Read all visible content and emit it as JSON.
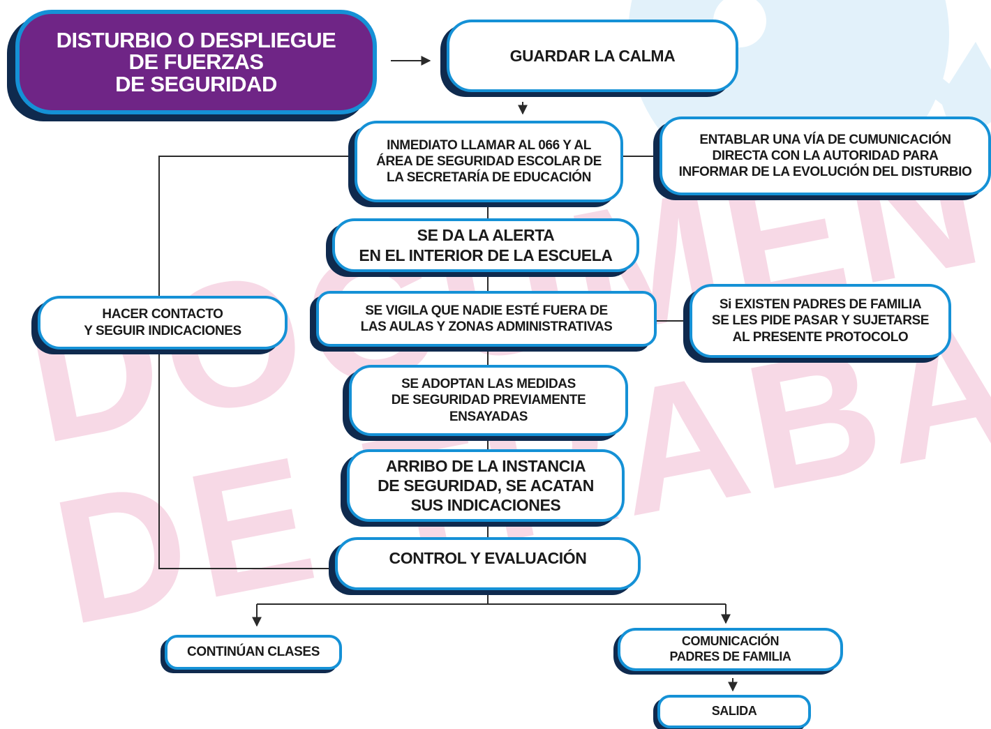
{
  "colors": {
    "accent_blue": "#1591d6",
    "title_fill": "#6f2586",
    "shadow_navy": "#0f2a4e",
    "watermark_pink": "#f7d9e6",
    "deco_light_blue": "#e2f1fa",
    "connector_dark": "#2a2a2a"
  },
  "watermark": {
    "line1": "DOCUMENTO",
    "line2": "DE TRABAJO"
  },
  "nodes": {
    "title": "DISTURBIO O DESPLIEGUE\nDE FUERZAS\nDE SEGURIDAD",
    "calma": "GUARDAR  LA CALMA",
    "llamar": "INMEDIATO LLAMAR  AL 066 Y AL\nÁREA DE SEGURIDAD ESCOLAR DE\nLA SECRETARÍA DE EDUCACIÓN",
    "entablar": "ENTABLAR UNA VÍA DE CUMUNICACIÓN\nDIRECTA CON LA AUTORIDAD PARA\nINFORMAR DE LA EVOLUCIÓN DEL DISTURBIO",
    "alerta": "SE DA LA ALERTA\nEN EL INTERIOR DE LA ESCUELA",
    "contacto": "HACER CONTACTO\nY SEGUIR INDICACIONES",
    "vigila": "SE VIGILA QUE NADIE ESTÉ FUERA DE\nLAS AULAS Y ZONAS ADMINISTRATIVAS",
    "padres": "Si EXISTEN PADRES DE FAMILIA\nSE LES PIDE PASAR Y SUJETARSE\nAL PRESENTE PROTOCOLO",
    "medidas": "SE ADOPTAN LAS MEDIDAS\nDE SEGURIDAD PREVIAMENTE\nENSAYADAS",
    "arribo": "ARRIBO DE LA INSTANCIA\nDE SEGURIDAD, SE ACATAN\nSUS INDICACIONES",
    "control": "CONTROL Y EVALUACIÓN",
    "clases": "CONTINÚAN CLASES",
    "comunicacion": "COMUNICACIÓN\nPADRES DE FAMILIA",
    "salida": "SALIDA"
  }
}
